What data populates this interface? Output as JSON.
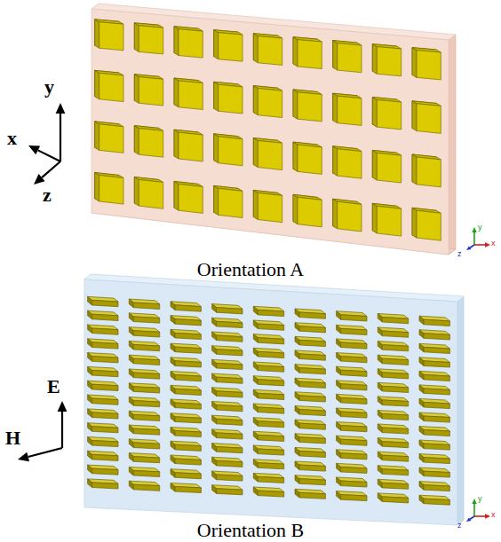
{
  "diagram": {
    "labels": [
      "y",
      "x",
      "z",
      "Orientation A",
      "E",
      "H",
      "Orientation B",
      "y",
      "z",
      "x",
      "y",
      "z",
      "x"
    ]
  }
}
